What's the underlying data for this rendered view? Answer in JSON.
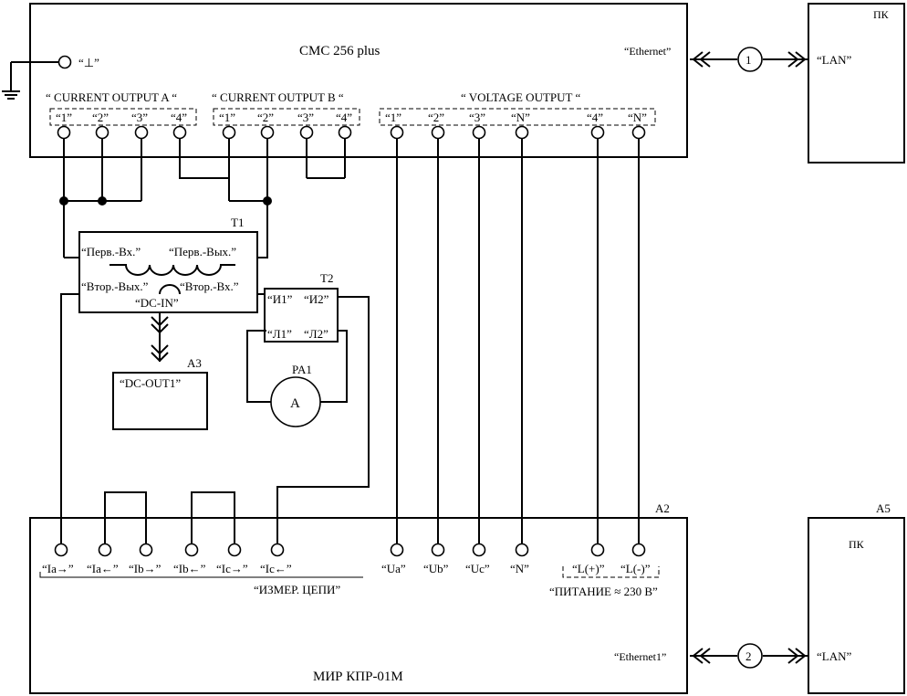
{
  "cmc": {
    "title": "CMC 256 plus",
    "ground_label": "“⊥”",
    "ethernet": "“Ethernet”",
    "group_a": "“ CURRENT OUTPUT A “",
    "group_b": "“ CURRENT OUTPUT B “",
    "group_v": "“ VOLTAGE OUTPUT “",
    "a_terms": [
      "“1”",
      "“2”",
      "“3”",
      "“4”"
    ],
    "b_terms": [
      "“1”",
      "“2”",
      "“3”",
      "“4”"
    ],
    "v_terms": [
      "“1”",
      "“2”",
      "“3”",
      "“N”",
      "“4”",
      "“N”"
    ]
  },
  "pc_top": {
    "title": "ПК",
    "lan": "“LAN”"
  },
  "pc_bottom": {
    "ref": "A5",
    "title": "ПК",
    "lan": "“LAN”"
  },
  "links": {
    "one": "1",
    "two": "2"
  },
  "t1": {
    "ref": "T1",
    "prim_in": "“Перв.-Вх.”",
    "prim_out": "“Перв.-Вых.”",
    "sec_out": "“Втор.-Вых.”",
    "sec_in": "“Втор.-Вх.”",
    "dc_in": "“DC-IN”"
  },
  "a3": {
    "ref": "A3",
    "label": "“DC-OUT1”"
  },
  "t2": {
    "ref": "T2",
    "i1": "“И1”",
    "i2": "“И2”",
    "l1": "“Л1”",
    "l2": "“Л2”"
  },
  "pa1": {
    "ref": "PA1",
    "symbol": "A"
  },
  "a2": {
    "ref": "A2",
    "title": "МИР КПР-01М",
    "meas_label": "“ИЗМЕР. ЦЕПИ”",
    "power_label": "“ПИТАНИЕ ≈ 230 В”",
    "ethernet": "“Ethernet1”",
    "terms": [
      "“Ia→”",
      "“Ia←”",
      "“Ib→”",
      "“Ib←”",
      "“Ic→”",
      "“Ic←”",
      "“Ua”",
      "“Ub”",
      "“Uc”",
      "“N”",
      "“L(+)”",
      "“L(-)”"
    ]
  }
}
